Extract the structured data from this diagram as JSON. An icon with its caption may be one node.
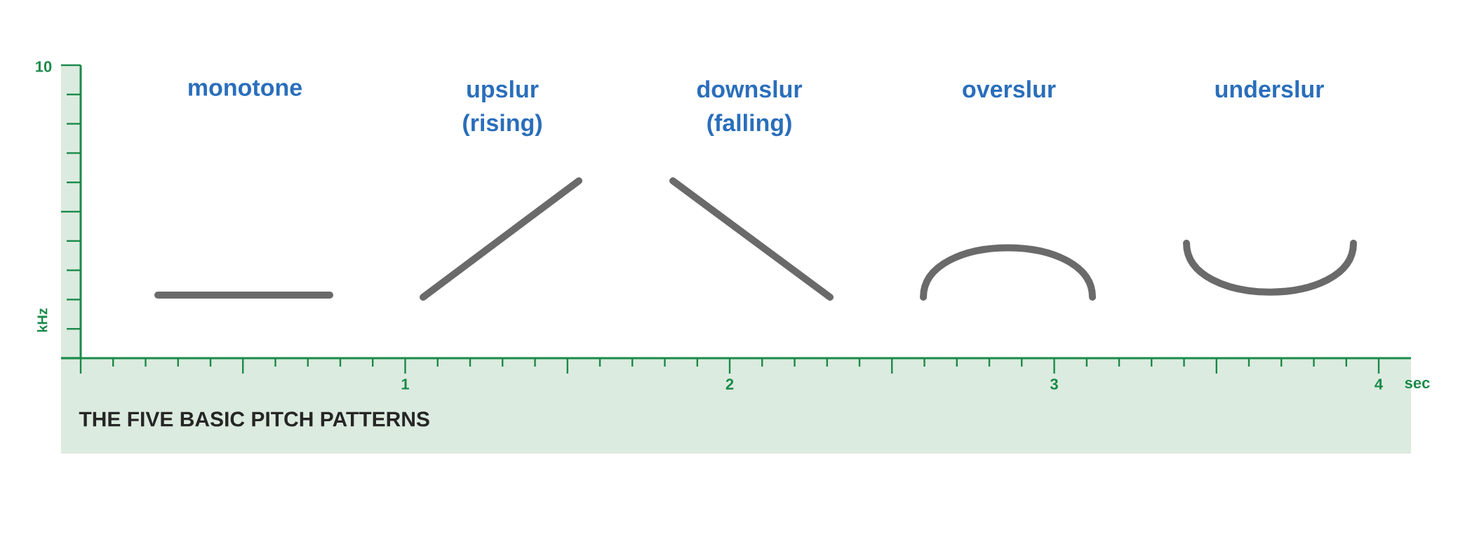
{
  "diagram": {
    "title": "THE FIVE BASIC PITCH PATTERNS",
    "labels": [
      "10",
      "monotone",
      "upslur (rising)",
      "downslur (falling)",
      "overslur",
      "underslur",
      "kHz",
      "1",
      "2",
      "3",
      "4",
      "sec"
    ]
  }
}
